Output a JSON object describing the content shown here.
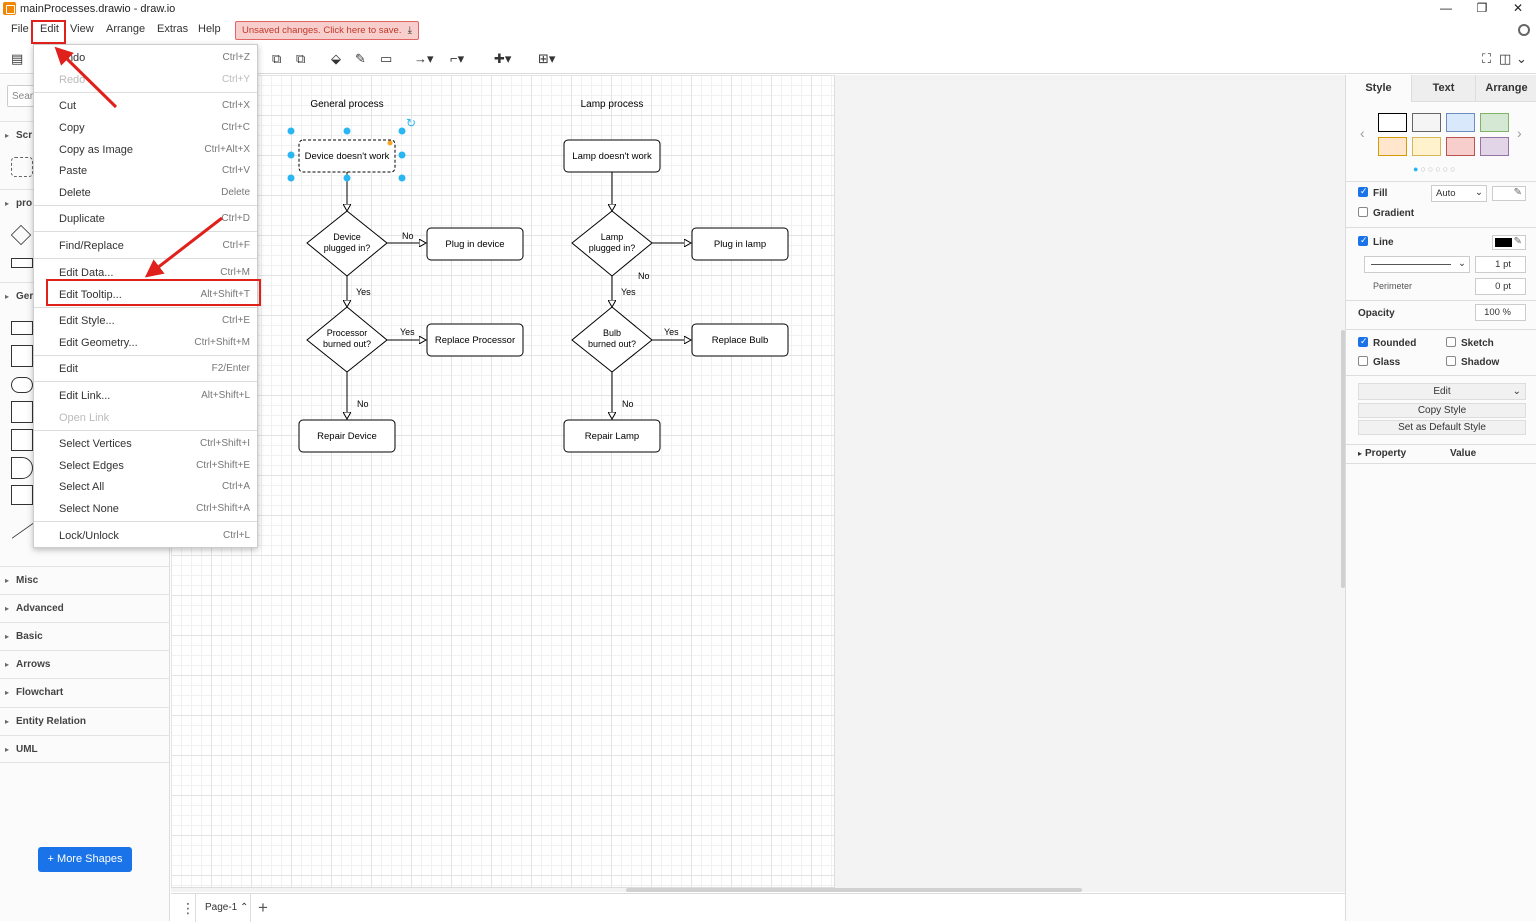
{
  "window": {
    "title": "mainProcesses.drawio - draw.io",
    "controls": [
      "—",
      "❐",
      "✕"
    ]
  },
  "menubar": {
    "items": [
      "File",
      "Edit",
      "View",
      "Arrange",
      "Extras",
      "Help"
    ],
    "unsaved": "Unsaved changes. Click here to save."
  },
  "sidebar": {
    "search_placeholder": "Sear",
    "sections": [
      "Scr",
      "pro",
      "Ger",
      "Misc",
      "Advanced",
      "Basic",
      "Arrows",
      "Flowchart",
      "Entity Relation",
      "UML"
    ],
    "more_shapes": "+ More Shapes"
  },
  "edit_menu": {
    "items": [
      {
        "label": "Undo",
        "shortcut": "Ctrl+Z",
        "disabled": false
      },
      {
        "label": "Redo",
        "shortcut": "Ctrl+Y",
        "disabled": true
      },
      {
        "label": "Cut",
        "shortcut": "Ctrl+X",
        "disabled": false
      },
      {
        "label": "Copy",
        "shortcut": "Ctrl+C",
        "disabled": false
      },
      {
        "label": "Copy as Image",
        "shortcut": "Ctrl+Alt+X",
        "disabled": false
      },
      {
        "label": "Paste",
        "shortcut": "Ctrl+V",
        "disabled": false
      },
      {
        "label": "Delete",
        "shortcut": "Delete",
        "disabled": false
      },
      {
        "label": "Duplicate",
        "shortcut": "Ctrl+D",
        "disabled": false
      },
      {
        "label": "Find/Replace",
        "shortcut": "Ctrl+F",
        "disabled": false
      },
      {
        "label": "Edit Data...",
        "shortcut": "Ctrl+M",
        "disabled": false
      },
      {
        "label": "Edit Tooltip...",
        "shortcut": "Alt+Shift+T",
        "disabled": false
      },
      {
        "label": "Edit Style...",
        "shortcut": "Ctrl+E",
        "disabled": false
      },
      {
        "label": "Edit Geometry...",
        "shortcut": "Ctrl+Shift+M",
        "disabled": false
      },
      {
        "label": "Edit",
        "shortcut": "F2/Enter",
        "disabled": false
      },
      {
        "label": "Edit Link...",
        "shortcut": "Alt+Shift+L",
        "disabled": false
      },
      {
        "label": "Open Link",
        "shortcut": "",
        "disabled": true
      },
      {
        "label": "Select Vertices",
        "shortcut": "Ctrl+Shift+I",
        "disabled": false
      },
      {
        "label": "Select Edges",
        "shortcut": "Ctrl+Shift+E",
        "disabled": false
      },
      {
        "label": "Select All",
        "shortcut": "Ctrl+A",
        "disabled": false
      },
      {
        "label": "Select None",
        "shortcut": "Ctrl+Shift+A",
        "disabled": false
      },
      {
        "label": "Lock/Unlock",
        "shortcut": "Ctrl+L",
        "disabled": false
      }
    ]
  },
  "diagram": {
    "general_title": "General process",
    "lamp_title": "Lamp process",
    "general": {
      "start": "Device doesn't work",
      "q1": [
        "Device",
        "plugged in?"
      ],
      "a1": "Plug in device",
      "q2": [
        "Processor",
        "burned out?"
      ],
      "a2": "Replace Processor",
      "end": "Repair Device"
    },
    "lamp": {
      "start": "Lamp doesn't work",
      "q1": [
        "Lamp",
        "plugged in?"
      ],
      "a1": "Plug in lamp",
      "q2": [
        "Bulb",
        "burned out?"
      ],
      "a2": "Replace Bulb",
      "end": "Repair Lamp"
    },
    "edge_labels": {
      "no": "No",
      "yes": "Yes"
    }
  },
  "pages": {
    "tab": "Page-1 ⌃"
  },
  "format_panel": {
    "tabs": [
      "Style",
      "Text",
      "Arrange"
    ],
    "swatches": [
      "#ffffff",
      "#f5f5f5",
      "#dae8fc",
      "#d5e8d4",
      "#ffe6cc",
      "#fff2cc",
      "#f8cecc",
      "#e1d5e7"
    ],
    "swatch_borders": [
      "#000000",
      "#666666",
      "#6c8ebf",
      "#82b366",
      "#d79b00",
      "#d6b656",
      "#b85450",
      "#9673a6"
    ],
    "fill_label": "Fill",
    "fill_mode": "Auto",
    "gradient_label": "Gradient",
    "line_label": "Line",
    "line_width": "1 pt",
    "perimeter_label": "Perimeter",
    "perimeter_value": "0 pt",
    "opacity_label": "Opacity",
    "opacity_value": "100 %",
    "rounded_label": "Rounded",
    "sketch_label": "Sketch",
    "glass_label": "Glass",
    "shadow_label": "Shadow",
    "edit_button": "Edit",
    "copy_style": "Copy Style",
    "set_default": "Set as Default Style",
    "property_header": "Property",
    "value_header": "Value"
  },
  "colors": {
    "accent": "#1a73e8",
    "highlight": "#e0201b",
    "selection": "#29b6f2"
  }
}
